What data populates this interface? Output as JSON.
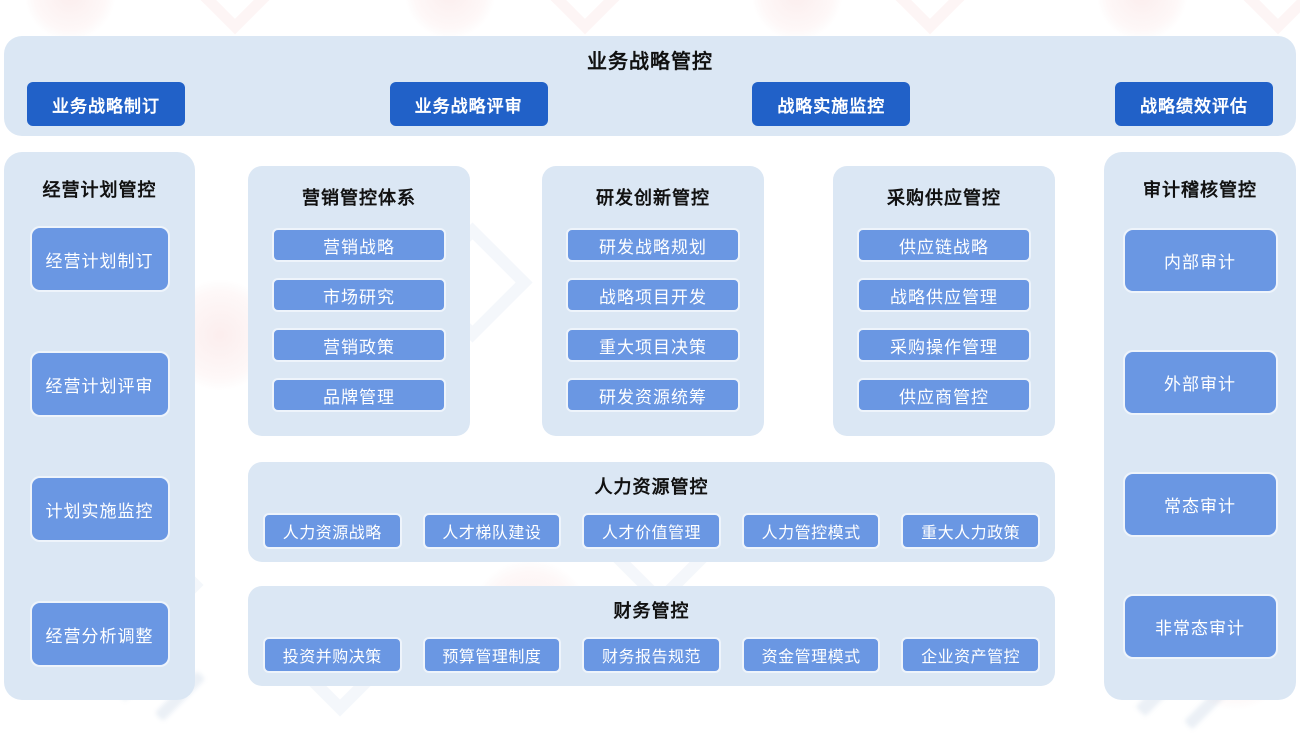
{
  "colors": {
    "panel_bg": "#dbe7f4",
    "primary_button": "#2161c8",
    "secondary_button": "#6a97e3",
    "button_text": "#ffffff",
    "title_text": "#111111"
  },
  "top_banner": {
    "title": "业务战略管控",
    "buttons": [
      "业务战略制订",
      "业务战略评审",
      "战略实施监控",
      "战略绩效评估"
    ]
  },
  "left_panel": {
    "title": "经营计划管控",
    "items": [
      "经营计划制订",
      "经营计划评审",
      "计划实施监控",
      "经营分析调整"
    ]
  },
  "center_columns": [
    {
      "title": "营销管控体系",
      "items": [
        "营销战略",
        "市场研究",
        "营销政策",
        "品牌管理"
      ]
    },
    {
      "title": "研发创新管控",
      "items": [
        "研发战略规划",
        "战略项目开发",
        "重大项目决策",
        "研发资源统筹"
      ]
    },
    {
      "title": "采购供应管控",
      "items": [
        "供应链战略",
        "战略供应管理",
        "采购操作管理",
        "供应商管控"
      ]
    }
  ],
  "hr_panel": {
    "title": "人力资源管控",
    "items": [
      "人力资源战略",
      "人才梯队建设",
      "人才价值管理",
      "人力管控模式",
      "重大人力政策"
    ]
  },
  "finance_panel": {
    "title": "财务管控",
    "items": [
      "投资并购决策",
      "预算管理制度",
      "财务报告规范",
      "资金管理模式",
      "企业资产管控"
    ]
  },
  "audit_panel": {
    "title": "审计稽核管控",
    "items": [
      "内部审计",
      "外部审计",
      "常态审计",
      "非常态审计"
    ]
  }
}
